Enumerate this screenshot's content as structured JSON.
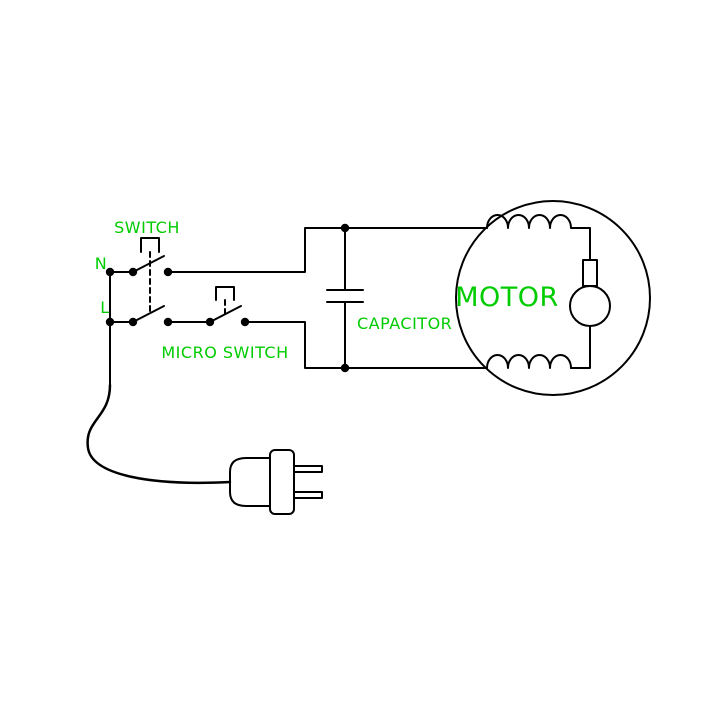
{
  "diagram": {
    "labels": {
      "switch": "SWITCH",
      "neutral": "N",
      "line": "L",
      "micro_switch": "MICRO SWITCH",
      "capacitor": "CAPACITOR",
      "motor": "MOTOR"
    },
    "colors": {
      "label": "#00cc00",
      "wire": "#000000",
      "background": "#ffffff"
    }
  }
}
